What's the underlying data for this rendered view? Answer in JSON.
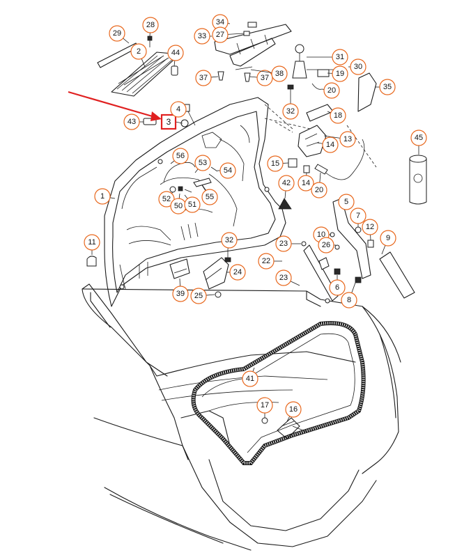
{
  "highlighted_callout": "3",
  "colors": {
    "callout_ring": "#e8671c",
    "highlight": "#e02020",
    "line": "#1a1a1a"
  },
  "callouts": [
    {
      "id": "c29",
      "label": "29"
    },
    {
      "id": "c28",
      "label": "28"
    },
    {
      "id": "c2",
      "label": "2"
    },
    {
      "id": "c44",
      "label": "44"
    },
    {
      "id": "c34",
      "label": "34"
    },
    {
      "id": "c33",
      "label": "33"
    },
    {
      "id": "c27",
      "label": "27"
    },
    {
      "id": "c31",
      "label": "31"
    },
    {
      "id": "c30",
      "label": "30"
    },
    {
      "id": "c19",
      "label": "19"
    },
    {
      "id": "c37a",
      "label": "37"
    },
    {
      "id": "c37b",
      "label": "37"
    },
    {
      "id": "c38",
      "label": "38"
    },
    {
      "id": "c20a",
      "label": "20"
    },
    {
      "id": "c35",
      "label": "35"
    },
    {
      "id": "c4",
      "label": "4"
    },
    {
      "id": "c32a",
      "label": "32"
    },
    {
      "id": "c18",
      "label": "18"
    },
    {
      "id": "c43",
      "label": "43"
    },
    {
      "id": "c13",
      "label": "13"
    },
    {
      "id": "c14a",
      "label": "14"
    },
    {
      "id": "c45",
      "label": "45"
    },
    {
      "id": "c56",
      "label": "56"
    },
    {
      "id": "c53",
      "label": "53"
    },
    {
      "id": "c54",
      "label": "54"
    },
    {
      "id": "c15",
      "label": "15"
    },
    {
      "id": "c14b",
      "label": "14"
    },
    {
      "id": "c20b",
      "label": "20"
    },
    {
      "id": "c1",
      "label": "1"
    },
    {
      "id": "c52",
      "label": "52"
    },
    {
      "id": "c50",
      "label": "50"
    },
    {
      "id": "c51",
      "label": "51"
    },
    {
      "id": "c55",
      "label": "55"
    },
    {
      "id": "c42",
      "label": "42"
    },
    {
      "id": "c5",
      "label": "5"
    },
    {
      "id": "c7",
      "label": "7"
    },
    {
      "id": "c12",
      "label": "12"
    },
    {
      "id": "c10",
      "label": "10"
    },
    {
      "id": "c9",
      "label": "9"
    },
    {
      "id": "c11",
      "label": "11"
    },
    {
      "id": "c32b",
      "label": "32"
    },
    {
      "id": "c23a",
      "label": "23"
    },
    {
      "id": "c26",
      "label": "26"
    },
    {
      "id": "c22",
      "label": "22"
    },
    {
      "id": "c24",
      "label": "24"
    },
    {
      "id": "c23b",
      "label": "23"
    },
    {
      "id": "c6",
      "label": "6"
    },
    {
      "id": "c39",
      "label": "39"
    },
    {
      "id": "c25",
      "label": "25"
    },
    {
      "id": "c8",
      "label": "8"
    },
    {
      "id": "c41",
      "label": "41"
    },
    {
      "id": "c17",
      "label": "17"
    },
    {
      "id": "c16",
      "label": "16"
    }
  ]
}
